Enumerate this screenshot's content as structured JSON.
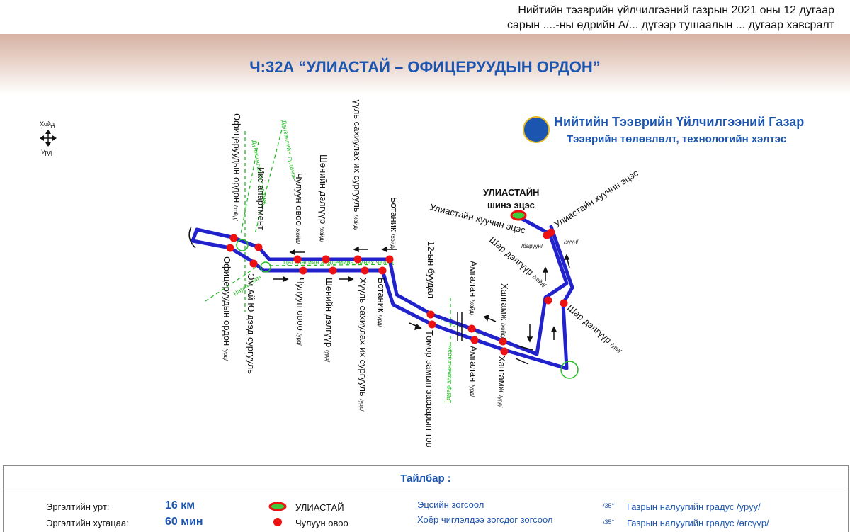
{
  "header": {
    "note_line1": "Нийтийн тээврийн үйлчилгээний газрын 2021 оны 12 дугаар",
    "note_line2": "сарын ....-ны өдрийн А/... дүгээр тушаалын ... дугаар хавсралт",
    "title": "Ч:32А “УЛИАСТАЙ – ОФИЦЕРУУДЫН ОРДОН”"
  },
  "compass": {
    "north": "Хойд",
    "south": "Урд"
  },
  "org": {
    "name": "Нийтийн Тээврийн Үйлчилгээний Газар",
    "department": "Тээврийн төлөвлөлт, технологийн хэлтэс"
  },
  "map": {
    "terminal_name": "УЛИАСТАЙН",
    "terminal_sub": "шинэ эцэс",
    "stops_north": [
      {
        "name": "Офицеруудын ордон",
        "dir": "/хойд/"
      },
      {
        "name": "Икс апартмент",
        "dir": ""
      },
      {
        "name": "Чулуун овоо",
        "dir": "/хойд/"
      },
      {
        "name": "Шөнийн дэлгүүр",
        "dir": "/хойд/"
      },
      {
        "name": "Хүүль сахиулах их сургууль",
        "dir": "/хойд/"
      },
      {
        "name": "Ботаник",
        "dir": "/хойд/"
      },
      {
        "name": "12-ын буудал",
        "dir": ""
      },
      {
        "name": "Амгалан",
        "dir": "/хойд/"
      },
      {
        "name": "Хангамж",
        "dir": "/хойд/"
      },
      {
        "name": "Шар дэлгүүр",
        "dir": "/хойд/"
      },
      {
        "name": "Улиастайн хуучин эцэс",
        "dir": "/баруун/"
      }
    ],
    "stops_south": [
      {
        "name": "Офицеруудын ордон",
        "dir": "/урд/"
      },
      {
        "name": "Эм Ай Ю дээд сургууль",
        "dir": ""
      },
      {
        "name": "Чулуун овоо",
        "dir": "/урд/"
      },
      {
        "name": "Шөнийн дэлгүүр",
        "dir": "/урд/"
      },
      {
        "name": "Хүүль сахиулах их сургууль",
        "dir": "/урд/"
      },
      {
        "name": "Ботаник",
        "dir": "/урд/"
      },
      {
        "name": "Төмөр замын засварын төв",
        "dir": ""
      },
      {
        "name": "Амгалан",
        "dir": "/урд/"
      },
      {
        "name": "Хангамж",
        "dir": "/урд/"
      },
      {
        "name": "Шар дэлгүүр",
        "dir": "/урд/"
      },
      {
        "name": "Улиастайн хуучин эцэс",
        "dir": "/зүүн/"
      }
    ],
    "streets": {
      "s1": "Дүнжингарав гудамж",
      "s2": "Дэнзэнгийн гудамж",
      "s3": "Цагдаагийн академийн өмнөх чөлөө",
      "s4": "Нарны зам",
      "s5": "Гачуурт-Налайх",
      "s6": "Төмөр замын гарам"
    }
  },
  "legend": {
    "title": "Тайлбар :",
    "length_label": "Эргэлтийн урт:",
    "length_value": "16 км",
    "duration_label": "Эргэлтийн хугацаа:",
    "duration_value": "60 мин",
    "terminal_symbol_label": "УЛИАСТАЙ",
    "stop_symbol_label": "Чулуун овоо",
    "end_stop_label": "Эцсийн зогсоол",
    "two_way_stop_label": "Хоёр чиглэлдээ зогсдог зогсоол",
    "slope_value": "35",
    "slope_up_label": "Газрын налуугийн градус /уруу/",
    "slope_down_label": "Газрын налуугийн градус /өгсүүр/"
  },
  "colors": {
    "route": "#2222cc",
    "stop": "#ee1111",
    "title": "#1c55b0",
    "street": "#22bb22"
  }
}
